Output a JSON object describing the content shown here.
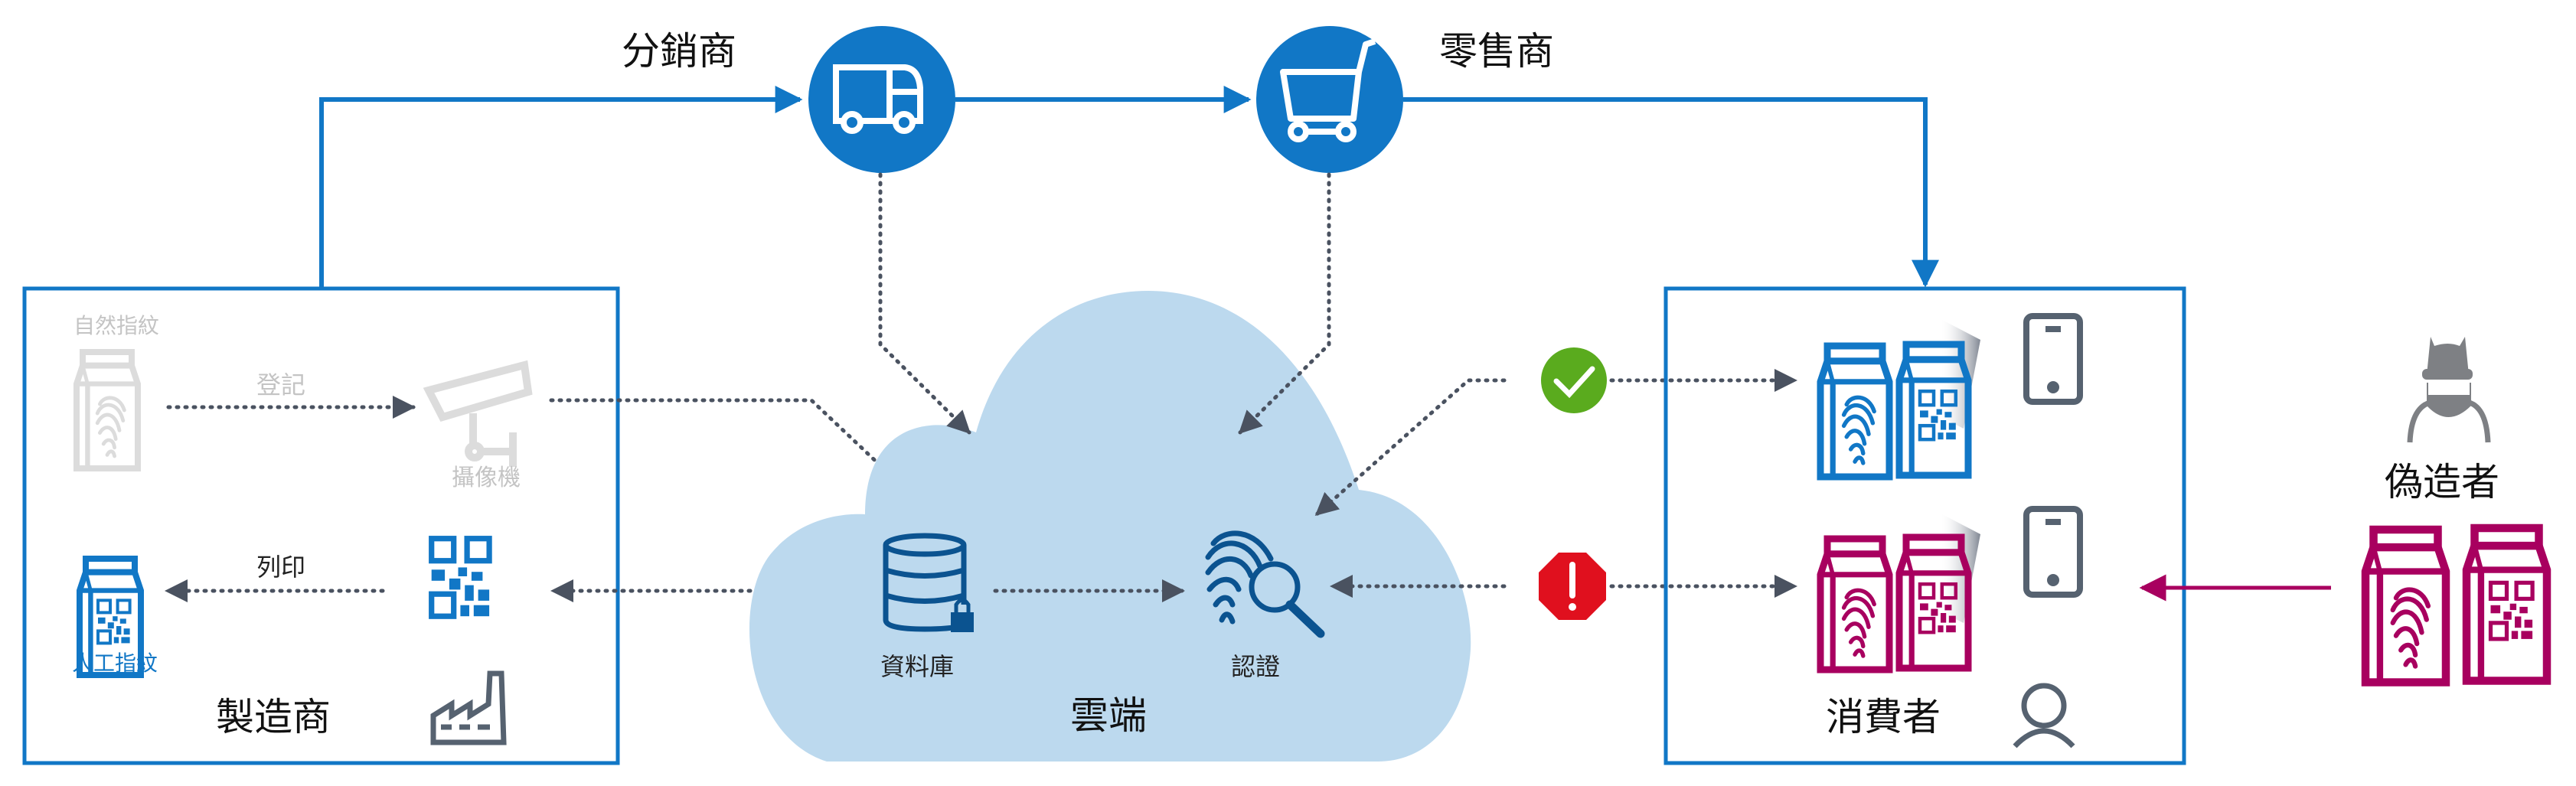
{
  "colors": {
    "primary_blue": "#1177c6",
    "dark_blue": "#0b5390",
    "cloud": "#bcd9ee",
    "connector_gray": "#4a5260",
    "faded_gray": "#dcdcdc",
    "counterfeit_magenta": "#a8005f",
    "ok_green": "#5aab1e",
    "alert_red": "#e0101e",
    "icon_slate": "#566270"
  },
  "nodes": {
    "distributor": {
      "label": "分銷商",
      "icon": "truck-icon"
    },
    "retailer": {
      "label": "零售商",
      "icon": "shopping-cart-icon"
    },
    "manufacturer": {
      "label": "製造商",
      "icon": "factory-icon",
      "natural_fingerprint_label": "自然指紋",
      "register_label": "登記",
      "camera_label": "攝像機",
      "print_label": "列印",
      "artificial_fingerprint_label": "人工指紋"
    },
    "cloud": {
      "label": "雲端",
      "database_label": "資料庫",
      "authentication_label": "認證"
    },
    "consumer": {
      "label": "消費者",
      "icon": "person-icon"
    },
    "counterfeiter": {
      "label": "偽造者",
      "icon": "masked-person-icon"
    }
  },
  "status": {
    "genuine": {
      "icon": "check-circle-icon"
    },
    "counterfeit": {
      "icon": "alert-octagon-icon"
    }
  }
}
